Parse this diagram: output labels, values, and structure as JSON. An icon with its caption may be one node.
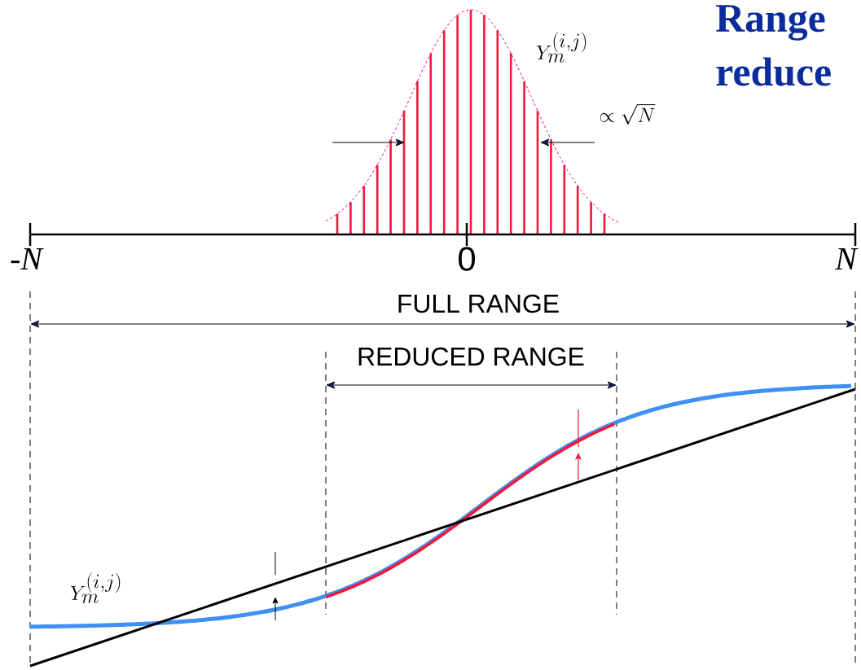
{
  "diagram": {
    "labels": [
      "Y_m^{(i,j)}",
      "Range",
      "reduce",
      "\\propto\\sqrt{N}",
      "-N",
      "0",
      "N",
      "FULL RANGE",
      "REDUCED RANGE",
      "Y_m^{(i,j)}"
    ]
  }
}
